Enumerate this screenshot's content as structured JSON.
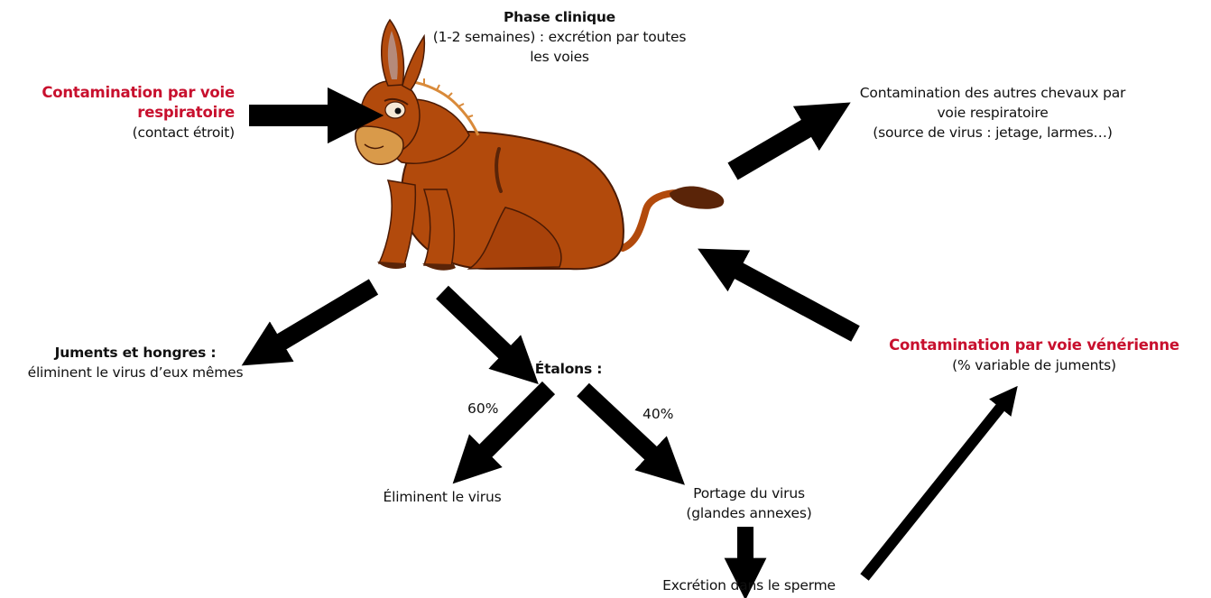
{
  "phase": {
    "title": "Phase clinique",
    "line1": "(1-2 semaines) : excrétion par toutes",
    "line2": "les voies"
  },
  "resp_in": {
    "title_line1": "Contamination par voie",
    "title_line2": "respiratoire",
    "sub": "(contact étroit)"
  },
  "resp_out": {
    "line1": "Contamination des autres chevaux  par",
    "line2": "voie respiratoire",
    "line3": "(source de virus : jetage, larmes…)"
  },
  "mares": {
    "title": "Juments et hongres :",
    "sub": "éliminent le virus d’eux mêmes"
  },
  "stallions": {
    "title": "Étalons :",
    "pct_left": "60%",
    "pct_right": "40%",
    "eliminate": "Éliminent le virus",
    "carrier_line1": "Portage du virus",
    "carrier_line2": "(glandes annexes)",
    "excretion": "Excrétion dans le sperme"
  },
  "venereal": {
    "title": "Contamination par voie vénérienne",
    "sub": "(% variable de juments)"
  },
  "colors": {
    "accent_red": "#c8102e",
    "arrow": "#000000",
    "donkey_body": "#b24a0c",
    "donkey_dark": "#5a2408",
    "muzzle": "#d99a4a"
  }
}
